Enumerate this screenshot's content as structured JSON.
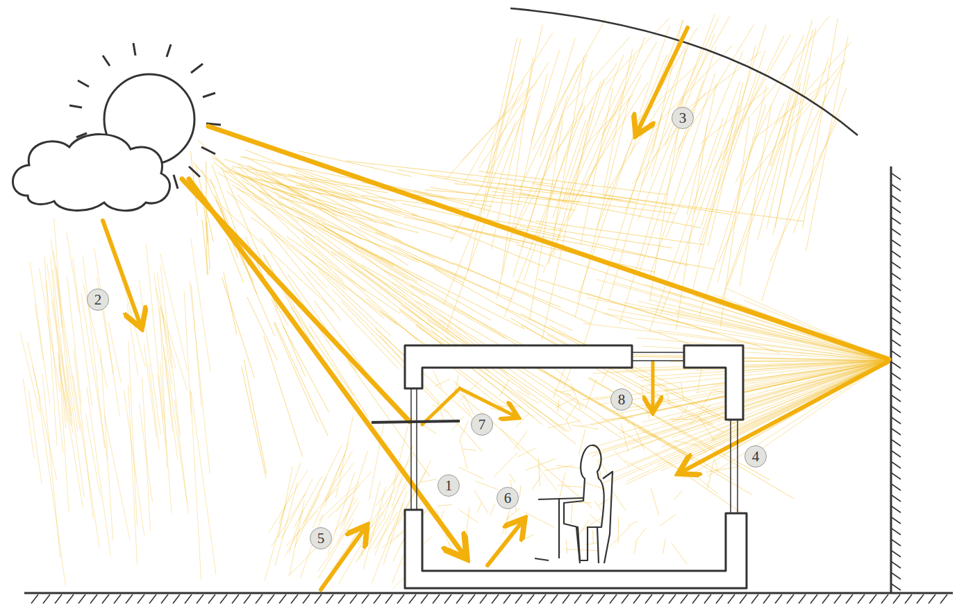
{
  "diagram": {
    "labels": [
      "3",
      "2",
      "8",
      "7",
      "4",
      "1",
      "6",
      "5"
    ]
  }
}
